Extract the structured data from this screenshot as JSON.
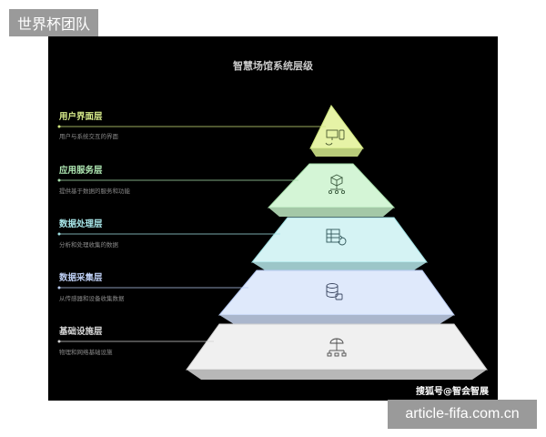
{
  "watermark_top": "世界杯团队",
  "watermark_bottom": "article-fifa.com.cn",
  "diagram": {
    "title": "智慧场馆系统层级",
    "credit": "搜狐号@智会智展",
    "layers": [
      {
        "name": "用户界面层",
        "desc": "用户与系统交互的界面",
        "color": "#e6f3a6",
        "line": "#cfe57e",
        "icon": "devices-icon"
      },
      {
        "name": "应用服务层",
        "desc": "提供基于数据的服务和功能",
        "color": "#d4f5d6",
        "line": "#a9e0ad",
        "icon": "network-cube-icon"
      },
      {
        "name": "数据处理层",
        "desc": "分析和处理收集的数据",
        "color": "#d5f3f4",
        "line": "#9fe0e3",
        "icon": "table-refresh-icon"
      },
      {
        "name": "数据采集层",
        "desc": "从传感器和设备收集数据",
        "color": "#dfe9fb",
        "line": "#b7c9f0",
        "icon": "database-icon"
      },
      {
        "name": "基础设施层",
        "desc": "物理和网络基础设施",
        "color": "#f0f0f0",
        "line": "#d0d0d0",
        "icon": "network-icon"
      }
    ]
  }
}
